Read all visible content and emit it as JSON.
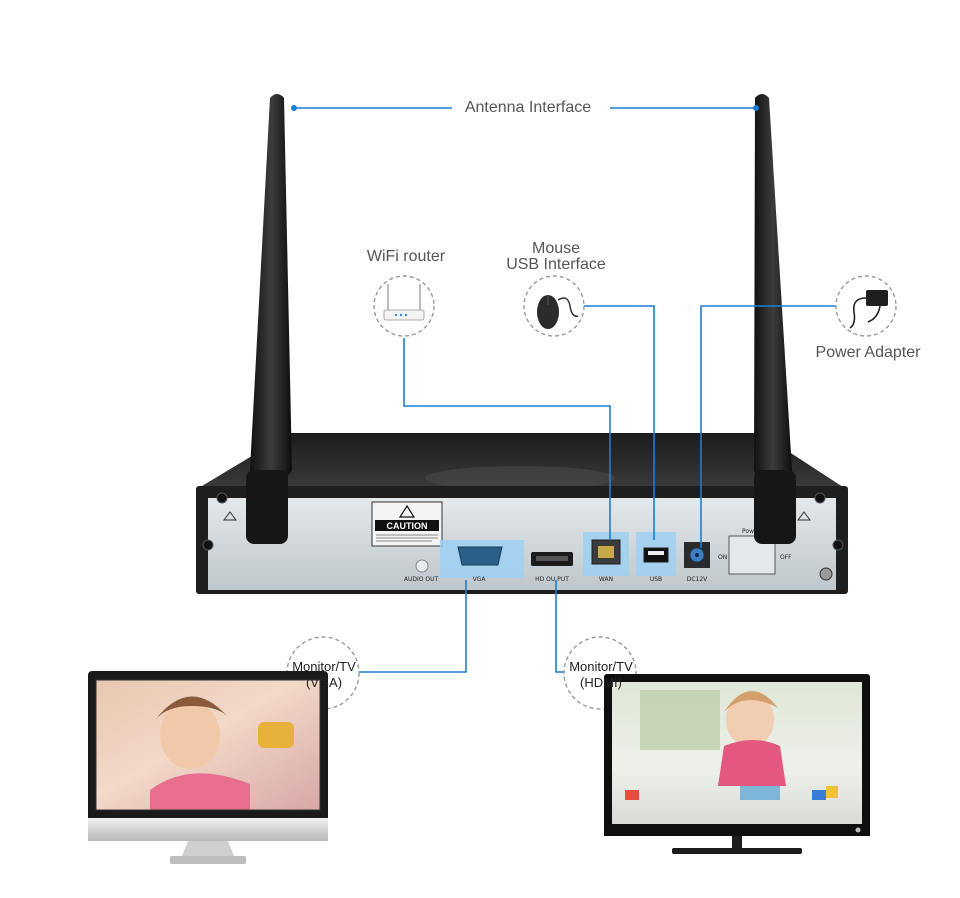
{
  "labels": {
    "antenna": "Antenna Interface",
    "wifi_router": "WiFi router",
    "mouse_line1": "Mouse",
    "mouse_line2": "USB Interface",
    "power_adapter": "Power Adapter",
    "monitor_vga_line1": "Monitor/TV",
    "monitor_vga_line2": "(VGA)",
    "monitor_hdmi_line1": "Monitor/TV",
    "monitor_hdmi_line2": "(HDMI)"
  },
  "panel": {
    "caution": "CAUTION",
    "audio_out": "AUDIO OUT",
    "vga": "VGA",
    "hd_output": "HD OU PUT",
    "wan": "WAN",
    "usb": "USB",
    "dc12v": "DC12V",
    "on": "ON",
    "off": "OFF",
    "power": "Power"
  },
  "colors": {
    "connector_line": "#1a7fd4",
    "device_body": "#2b2b2b",
    "panel_face": "#cfd6da",
    "port_highlight": "#9fd0f2"
  },
  "icons": [
    "antenna-icon",
    "wifi-router-icon",
    "mouse-icon",
    "power-adapter-icon",
    "monitor-icon",
    "tv-icon"
  ]
}
